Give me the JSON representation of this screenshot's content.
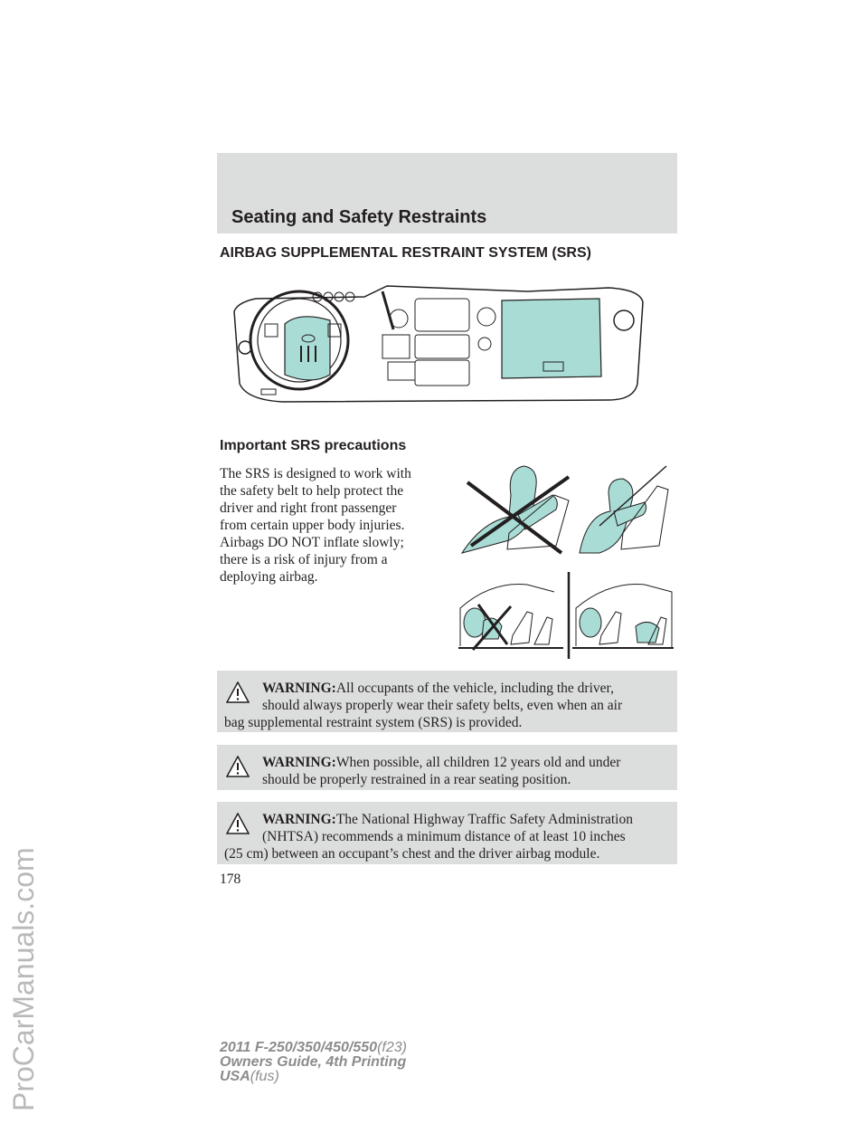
{
  "watermark": "ProCarManuals.com",
  "section_title": "Seating and Safety Restraints",
  "heading": "AIRBAG SUPPLEMENTAL RESTRAINT SYSTEM (SRS)",
  "subheading": "Important SRS precautions",
  "body_lines": [
    "The SRS is designed to work with",
    "the safety belt to help protect the",
    "driver and right front passenger",
    "from certain upper body injuries.",
    "Airbags DO NOT inflate slowly;",
    "there is a risk of injury from a",
    "deploying airbag."
  ],
  "warnings": [
    {
      "label": "WARNING:",
      "line1": "All occupants of the vehicle, including the driver,",
      "line2": "should always properly wear their safety belts, even when an air",
      "line3": "bag supplemental restraint system (SRS) is provided."
    },
    {
      "label": "WARNING:",
      "line1": "When possible, all children 12 years old and under",
      "line2": "should be properly restrained in a rear seating position.",
      "line3": ""
    },
    {
      "label": "WARNING:",
      "line1": "The National Highway Traffic Safety Administration",
      "line2": "(NHTSA) recommends a minimum distance of at least 10 inches",
      "line3": "(25 cm) between an occupant’s chest and the driver airbag module."
    }
  ],
  "page_number": "178",
  "footer": {
    "line1_bold": "2011 F-250/350/450/550",
    "line1_light": "(f23)",
    "line2_bold": "Owners Guide, 4th Printing",
    "line3_bold": "USA",
    "line3_light": "(fus)"
  },
  "colors": {
    "airbag_fill": "#a8dcd4",
    "box_gray": "#dcdedd"
  }
}
